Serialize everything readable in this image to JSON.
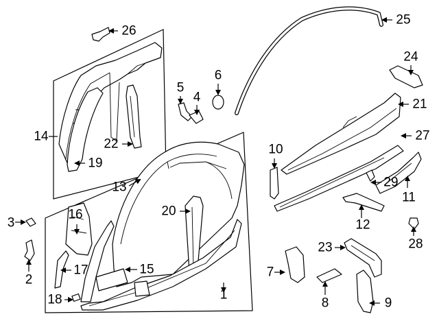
{
  "callouts": [
    {
      "id": "1",
      "label": "1"
    },
    {
      "id": "2",
      "label": "2"
    },
    {
      "id": "3",
      "label": "3"
    },
    {
      "id": "4",
      "label": "4"
    },
    {
      "id": "5",
      "label": "5"
    },
    {
      "id": "6",
      "label": "6"
    },
    {
      "id": "7",
      "label": "7"
    },
    {
      "id": "8",
      "label": "8"
    },
    {
      "id": "9",
      "label": "9"
    },
    {
      "id": "10",
      "label": "10"
    },
    {
      "id": "11",
      "label": "11"
    },
    {
      "id": "12",
      "label": "12"
    },
    {
      "id": "13",
      "label": "13"
    },
    {
      "id": "14",
      "label": "14"
    },
    {
      "id": "15",
      "label": "15"
    },
    {
      "id": "16",
      "label": "16"
    },
    {
      "id": "17",
      "label": "17"
    },
    {
      "id": "18",
      "label": "18"
    },
    {
      "id": "19",
      "label": "19"
    },
    {
      "id": "20",
      "label": "20"
    },
    {
      "id": "21",
      "label": "21"
    },
    {
      "id": "22",
      "label": "22"
    },
    {
      "id": "23",
      "label": "23"
    },
    {
      "id": "24",
      "label": "24"
    },
    {
      "id": "25",
      "label": "25"
    },
    {
      "id": "26",
      "label": "26"
    },
    {
      "id": "27",
      "label": "27"
    },
    {
      "id": "28",
      "label": "28"
    },
    {
      "id": "29",
      "label": "29"
    }
  ]
}
